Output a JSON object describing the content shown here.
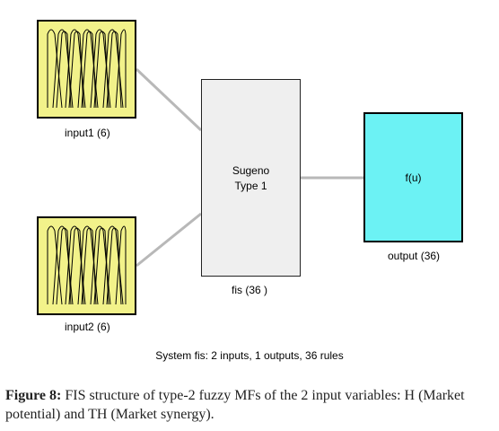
{
  "inputs": [
    {
      "label": "input1 (6)"
    },
    {
      "label": "input2 (6)"
    }
  ],
  "fis": {
    "type_line1": "Sugeno",
    "type_line2": "Type 1",
    "label": "fis (36 )"
  },
  "output": {
    "function": "f(u)",
    "label": "output (36)"
  },
  "summary": "System fis: 2 inputs, 1 outputs, 36 rules",
  "caption": {
    "prefix": "Figure 8:",
    "text": " FIS structure of type-2 fuzzy MFs of the 2 input variables: H (Market potential) and TH (Market synergy)."
  },
  "colors": {
    "input_fill": "#f2f28a",
    "fis_fill": "#efefef",
    "output_fill": "#6cf2f4",
    "connector": "#b8b8b8"
  }
}
